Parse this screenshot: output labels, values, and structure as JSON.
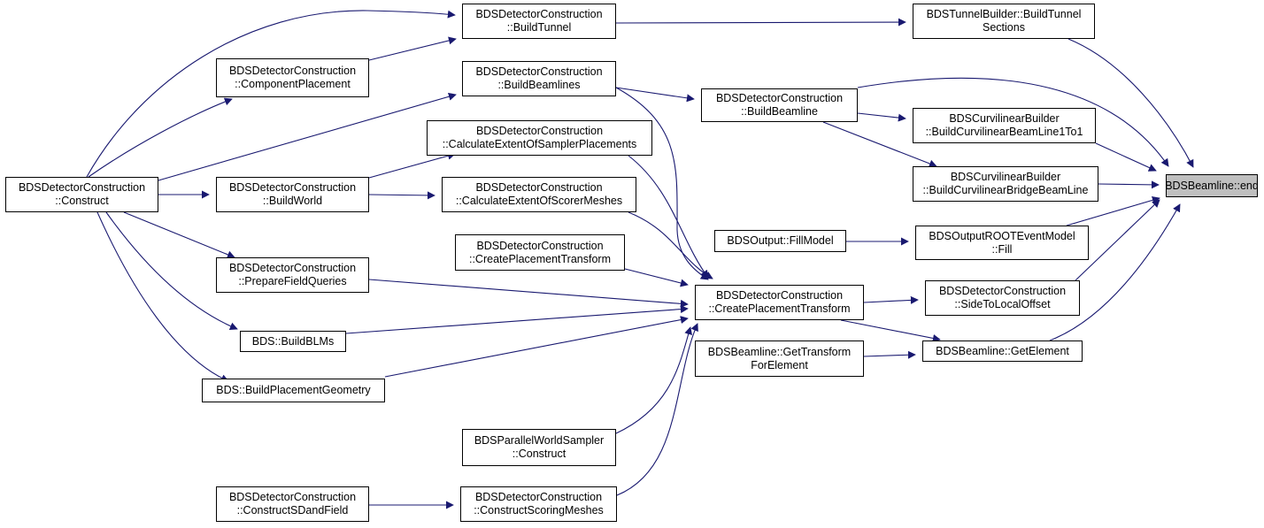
{
  "colors": {
    "edge": "#191970",
    "border": "#000000",
    "root_fill": "#bfbfbf",
    "node_fill": "#ffffff"
  },
  "nodes": {
    "bt": {
      "lines": [
        "BDSDetectorConstruction",
        "::BuildTunnel"
      ]
    },
    "btb": {
      "lines": [
        "BDSTunnelBuilder::BuildTunnel",
        "Sections"
      ]
    },
    "cp": {
      "lines": [
        "BDSDetectorConstruction",
        "::ComponentPlacement"
      ]
    },
    "bbs": {
      "lines": [
        "BDSDetectorConstruction",
        "::BuildBeamlines"
      ]
    },
    "bb": {
      "lines": [
        "BDSDetectorConstruction",
        "::BuildBeamline"
      ]
    },
    "cext": {
      "lines": [
        "BDSDetectorConstruction",
        "::CalculateExtentOfSamplerPlacements"
      ]
    },
    "ccbl": {
      "lines": [
        "BDSCurvilinearBuilder",
        "::BuildCurvilinearBeamLine1To1"
      ]
    },
    "con": {
      "lines": [
        "BDSDetectorConstruction",
        "::Construct"
      ]
    },
    "bw": {
      "lines": [
        "BDSDetectorConstruction",
        "::BuildWorld"
      ]
    },
    "cesm": {
      "lines": [
        "BDSDetectorConstruction",
        "::CalculateExtentOfScorerMeshes"
      ]
    },
    "ccbb": {
      "lines": [
        "BDSCurvilinearBuilder",
        "::BuildCurvilinearBridgeBeamLine"
      ]
    },
    "end": {
      "lines": [
        "BDSBeamline::end"
      ]
    },
    "ofm": {
      "lines": [
        "BDSOutput::FillModel"
      ]
    },
    "oref": {
      "lines": [
        "BDSOutputROOTEventModel",
        "::Fill"
      ]
    },
    "cpt1": {
      "lines": [
        "BDSDetectorConstruction",
        "::CreatePlacementTransform"
      ]
    },
    "pfq": {
      "lines": [
        "BDSDetectorConstruction",
        "::PrepareFieldQueries"
      ]
    },
    "cpt2": {
      "lines": [
        "BDSDetectorConstruction",
        "::CreatePlacementTransform"
      ]
    },
    "stlo": {
      "lines": [
        "BDSDetectorConstruction",
        "::SideToLocalOffset"
      ]
    },
    "blm": {
      "lines": [
        "BDS::BuildBLMs"
      ]
    },
    "gtfe": {
      "lines": [
        "BDSBeamline::GetTransform",
        "ForElement"
      ]
    },
    "ge": {
      "lines": [
        "BDSBeamline::GetElement"
      ]
    },
    "bpg": {
      "lines": [
        "BDS::BuildPlacementGeometry"
      ]
    },
    "pws": {
      "lines": [
        "BDSParallelWorldSampler",
        "::Construct"
      ]
    },
    "csf": {
      "lines": [
        "BDSDetectorConstruction",
        "::ConstructSDandField"
      ]
    },
    "csm": {
      "lines": [
        "BDSDetectorConstruction",
        "::ConstructScoringMeshes"
      ]
    }
  },
  "edges": [
    {
      "from": "con",
      "to": "bt"
    },
    {
      "from": "con",
      "to": "cp"
    },
    {
      "from": "con",
      "to": "bbs"
    },
    {
      "from": "con",
      "to": "bw"
    },
    {
      "from": "con",
      "to": "pfq"
    },
    {
      "from": "con",
      "to": "blm"
    },
    {
      "from": "con",
      "to": "bpg"
    },
    {
      "from": "cp",
      "to": "bt"
    },
    {
      "from": "bt",
      "to": "btb"
    },
    {
      "from": "btb",
      "to": "end"
    },
    {
      "from": "bbs",
      "to": "bb"
    },
    {
      "from": "bbs",
      "to": "cpt2"
    },
    {
      "from": "bb",
      "to": "end"
    },
    {
      "from": "bb",
      "to": "ccbl"
    },
    {
      "from": "bb",
      "to": "ccbb"
    },
    {
      "from": "ccbl",
      "to": "end"
    },
    {
      "from": "ccbb",
      "to": "end"
    },
    {
      "from": "bw",
      "to": "cext"
    },
    {
      "from": "bw",
      "to": "cesm"
    },
    {
      "from": "cext",
      "to": "cpt2"
    },
    {
      "from": "cesm",
      "to": "cpt2"
    },
    {
      "from": "cpt1",
      "to": "cpt2"
    },
    {
      "from": "pfq",
      "to": "cpt2"
    },
    {
      "from": "blm",
      "to": "cpt2"
    },
    {
      "from": "bpg",
      "to": "cpt2"
    },
    {
      "from": "pws",
      "to": "cpt2"
    },
    {
      "from": "csm",
      "to": "cpt2"
    },
    {
      "from": "csf",
      "to": "csm"
    },
    {
      "from": "cpt2",
      "to": "stlo"
    },
    {
      "from": "cpt2",
      "to": "ge"
    },
    {
      "from": "stlo",
      "to": "end"
    },
    {
      "from": "ge",
      "to": "end"
    },
    {
      "from": "gtfe",
      "to": "ge"
    },
    {
      "from": "ofm",
      "to": "oref"
    },
    {
      "from": "oref",
      "to": "end"
    }
  ]
}
